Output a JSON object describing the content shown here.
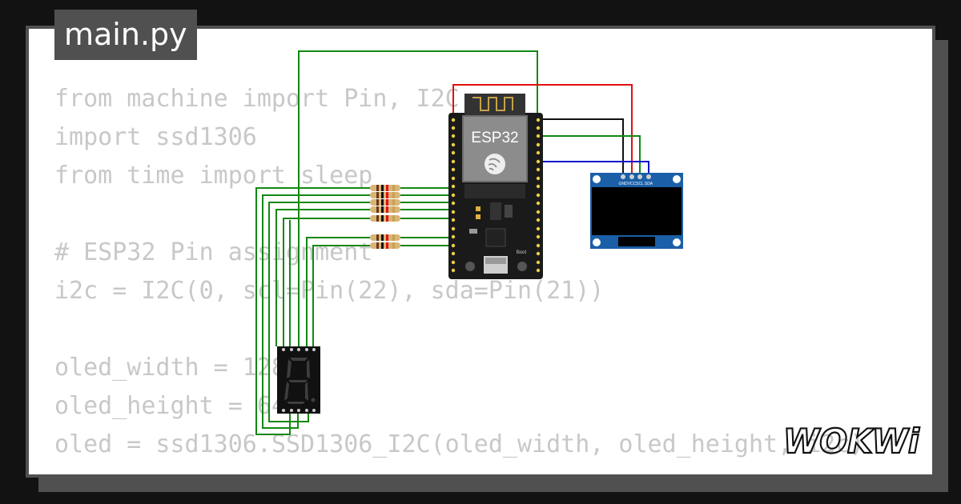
{
  "tab": {
    "filename": "main.py"
  },
  "code": {
    "lines": [
      "from machine import Pin, I2C",
      "import ssd1306",
      "from time import sleep",
      "",
      "# ESP32 Pin assignment",
      "i2c = I2C(0, scl=Pin(22), sda=Pin(21))",
      "",
      "oled_width = 128",
      "oled_height = 64",
      "oled = ssd1306.SSD1306_I2C(oled_width, oled_height, i2c)"
    ]
  },
  "circuit": {
    "board_label": "ESP32",
    "oled_pins": [
      "GND",
      "VCC",
      "SCL",
      "SDA"
    ],
    "boot_label": "Boot",
    "wire_colors": {
      "signal": "#118811",
      "power": "#e01010",
      "ground": "#111111",
      "data": "#1010d0"
    }
  },
  "logo": {
    "text": "WOKWi"
  }
}
